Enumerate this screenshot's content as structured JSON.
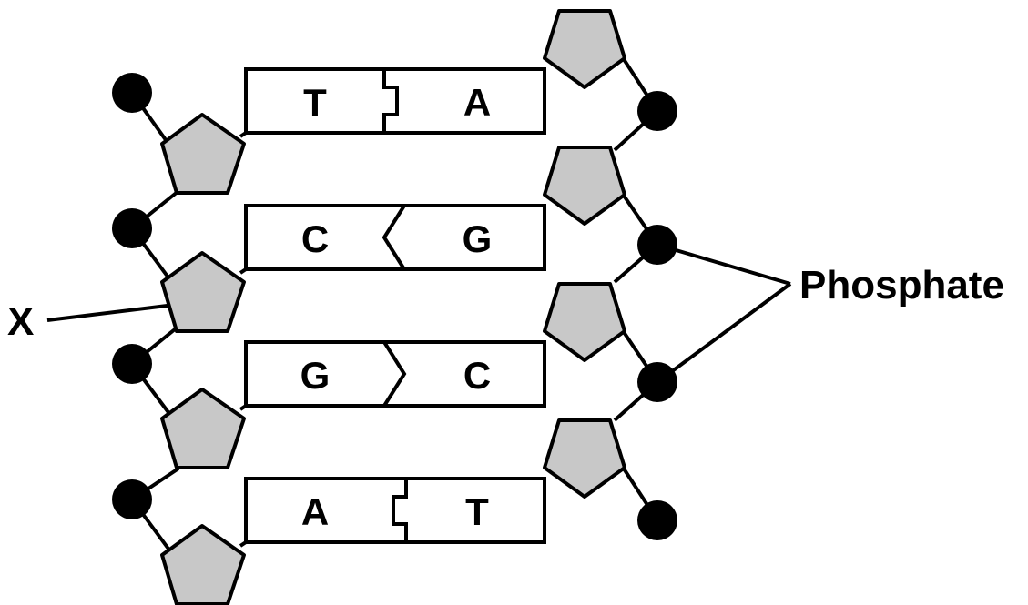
{
  "diagram": {
    "colors": {
      "stroke": "#000000",
      "sugar_fill": "#c8c8c8",
      "phosphate_fill": "#000000",
      "base_fill": "#ffffff"
    },
    "base_pairs": [
      {
        "left": "T",
        "right": "A",
        "junction": "notch"
      },
      {
        "left": "C",
        "right": "G",
        "junction": "arrow-left"
      },
      {
        "left": "G",
        "right": "C",
        "junction": "arrow-right"
      },
      {
        "left": "A",
        "right": "T",
        "junction": "notch"
      }
    ],
    "labels": {
      "sugar": "X",
      "phosphate": "Phosphate"
    }
  }
}
